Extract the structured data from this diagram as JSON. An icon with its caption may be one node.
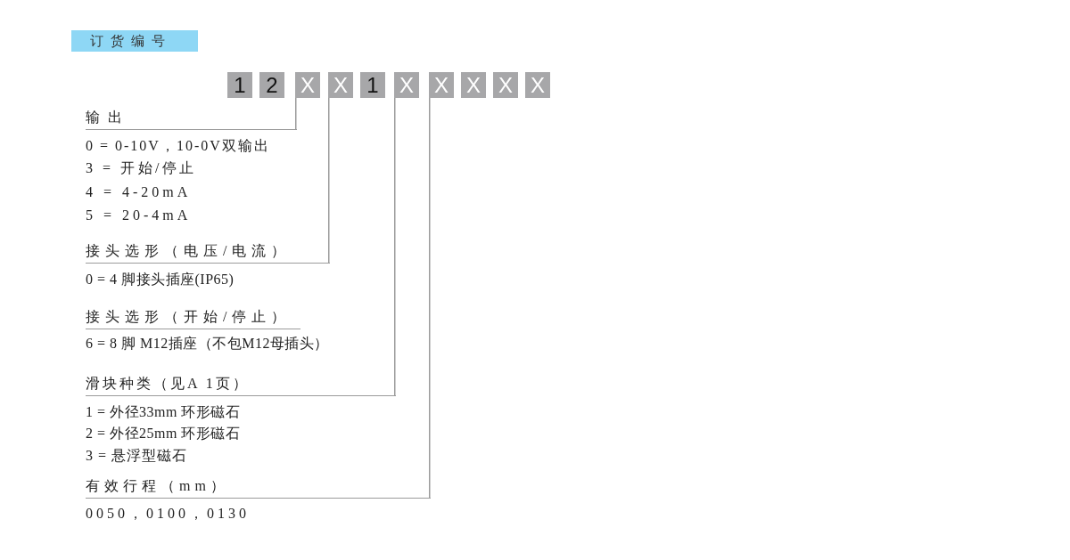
{
  "diagram": {
    "title": "订货编号",
    "nodes": [
      {
        "text": [
          "1"
        ]
      },
      {
        "text": [
          "2"
        ]
      },
      {
        "text": [
          "X"
        ]
      },
      {
        "text": [
          "X"
        ]
      },
      {
        "text": [
          "1"
        ]
      },
      {
        "text": [
          "X"
        ]
      },
      {
        "text": [
          "X"
        ]
      },
      {
        "text": [
          "X"
        ]
      },
      {
        "text": [
          "X"
        ]
      },
      {
        "text": [
          "X"
        ]
      },
      {
        "text": [
          "输出"
        ],
        "beside": [
          "0 = 0-10V，10-0V双输出",
          "3 = 开始/停止",
          "4 = 4-20mA",
          "5 = 20-4mA"
        ]
      },
      {
        "text": [
          "接头选形（电压/电流）"
        ],
        "beside": [
          "0 = 4 脚接头插座(IP65)"
        ]
      },
      {
        "text": [
          "滑块种类（见A 1页）"
        ],
        "beside": [
          "1 = 外径33mm 环形磁石",
          "2 = 外径25mm 环形磁石",
          "3 = 悬浮型磁石"
        ]
      },
      {
        "text": [
          "有效行程（mm）"
        ],
        "beside": [
          "0050，0100，0130"
        ]
      }
    ],
    "edges": [
      {
        "from": 2,
        "to": 10,
        "arrow": "none"
      },
      {
        "from": 3,
        "to": 11,
        "arrow": "none"
      },
      {
        "from": 5,
        "to": 12,
        "arrow": "none"
      },
      {
        "from": 6,
        "to": 13,
        "arrow": "none"
      }
    ],
    "labels": [
      "接头选形（开始/停止）",
      "6 = 8 脚 M12插座（不包M12母插头）"
    ]
  }
}
